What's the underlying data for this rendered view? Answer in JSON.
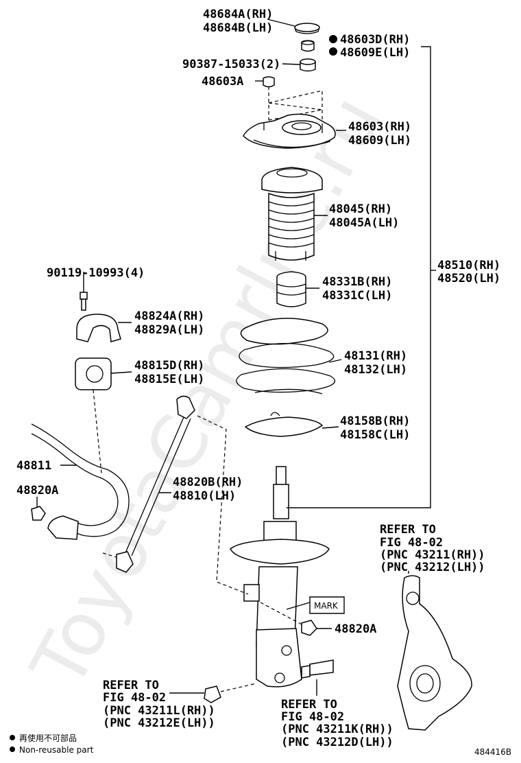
{
  "watermark": "ToyotaCamrlne.ru",
  "labels": {
    "l48684a": "48684A(RH)",
    "l48684b": "48684B(LH)",
    "l48603d": "48603D(RH)",
    "l48609e": "48609E(LH)",
    "l90387": "90387-15033(2)",
    "l48603a": "48603A",
    "l48603": "48603(RH)",
    "l48609": "48609(LH)",
    "l48045": "48045(RH)",
    "l48045a": "48045A(LH)",
    "l48510": "48510(RH)",
    "l48520": "48520(LH)",
    "l90119": "90119-10993(4)",
    "l48331b": "48331B(RH)",
    "l48331c": "48331C(LH)",
    "l48824a": "48824A(RH)",
    "l48829a": "48829A(LH)",
    "l48131": "48131(RH)",
    "l48132": "48132(LH)",
    "l48815d": "48815D(RH)",
    "l48815e": "48815E(LH)",
    "l48158b": "48158B(RH)",
    "l48158c": "48158C(LH)",
    "l48811": "48811",
    "l48820b": "48820B(RH)",
    "l48810": "48810(LH)",
    "l48820a_left": "48820A",
    "l48820a_right": "48820A",
    "mark": "MARK"
  },
  "refs": {
    "knuckle": [
      "REFER TO",
      "FIG 48-02",
      "(PNC 43211(RH))",
      "(PNC 43212(LH))"
    ],
    "bolt_left": [
      "REFER TO",
      "FIG 48-02",
      "(PNC 43211L(RH))",
      "(PNC 43212E(LH))"
    ],
    "bolt_right": [
      "REFER TO",
      "FIG 48-02",
      "(PNC 43211K(RH))",
      "(PNC 43212D(LH))"
    ]
  },
  "legend": {
    "jp": "再使用不可部品",
    "en": "Non-reusable part"
  },
  "figure_id": "484416B"
}
